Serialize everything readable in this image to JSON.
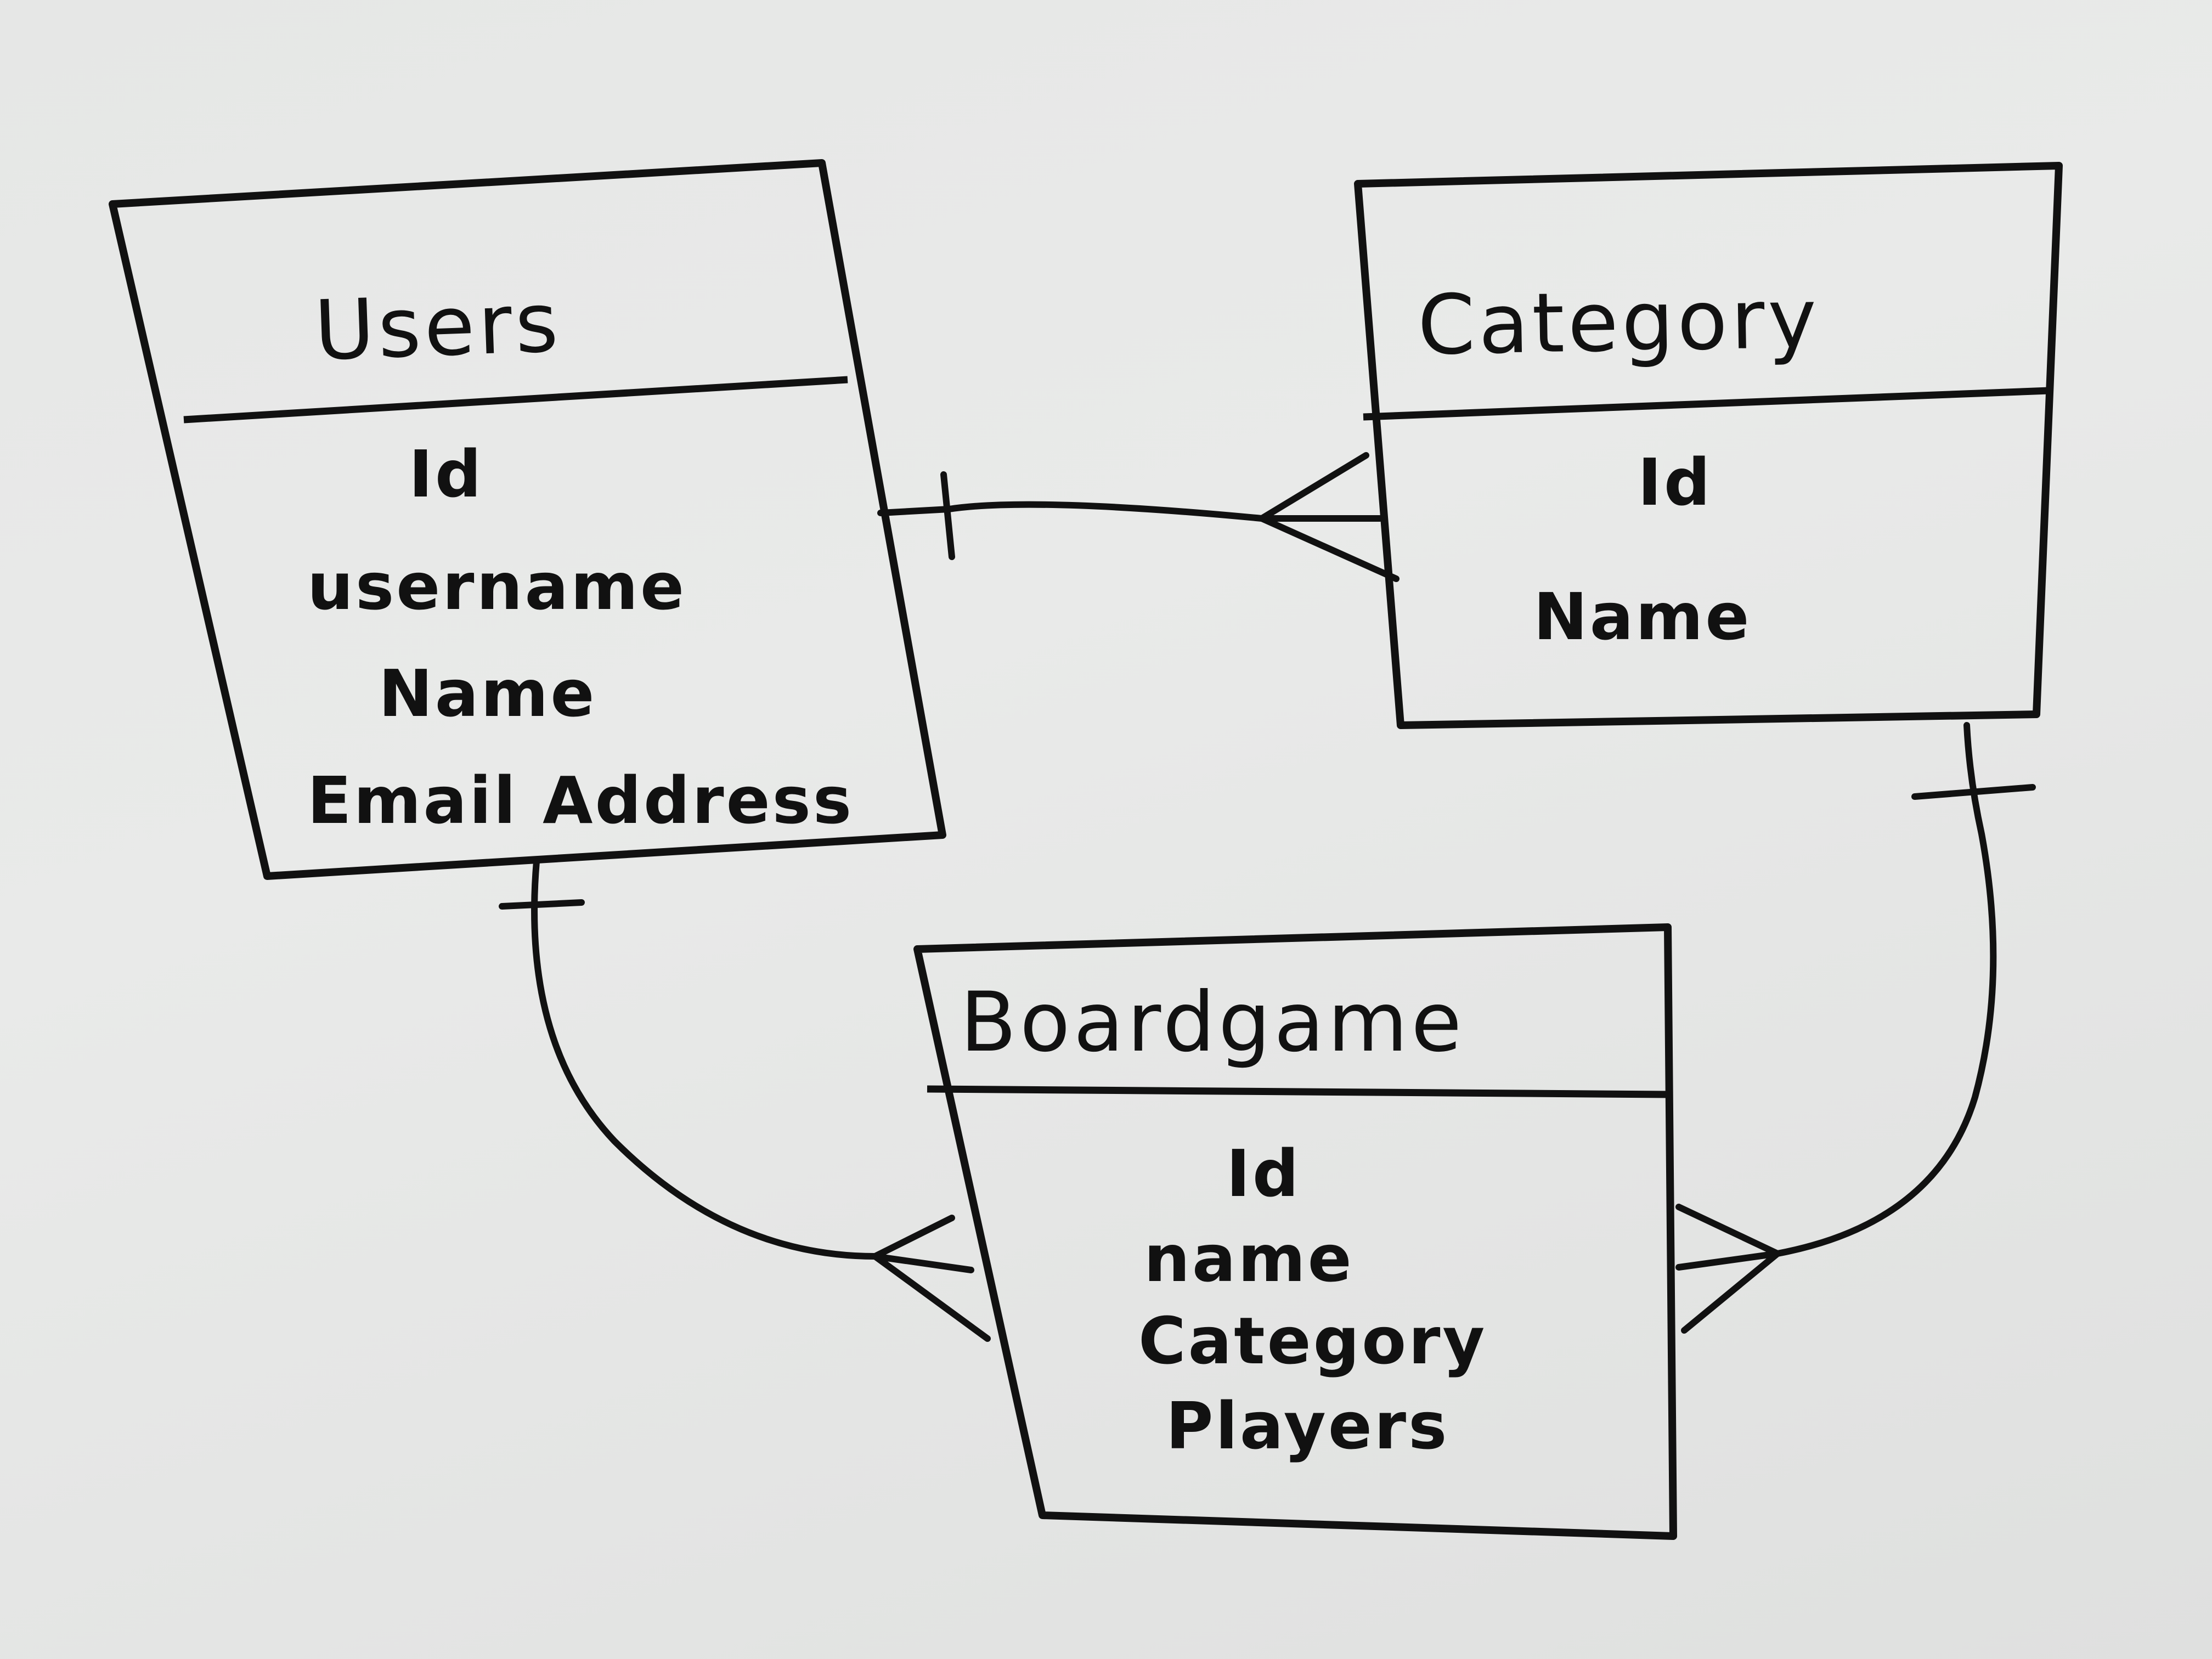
{
  "entities": {
    "users": {
      "title": "Users",
      "attributes": [
        "Id",
        "username",
        "Name",
        "Email Address"
      ]
    },
    "category": {
      "title": "Category",
      "attributes": [
        "Id",
        "Name"
      ]
    },
    "boardgame": {
      "title": "Boardgame",
      "attributes": [
        "Id",
        "name",
        "Category",
        "Players"
      ]
    }
  },
  "relationships": [
    {
      "from": "Users",
      "to": "Category",
      "from_cardinality": "one",
      "to_cardinality": "many"
    },
    {
      "from": "Users",
      "to": "Boardgame",
      "from_cardinality": "one",
      "to_cardinality": "many"
    },
    {
      "from": "Category",
      "to": "Boardgame",
      "from_cardinality": "one",
      "to_cardinality": "many"
    }
  ],
  "colors": {
    "ink": "#111111",
    "board": "#e6e7e6"
  }
}
